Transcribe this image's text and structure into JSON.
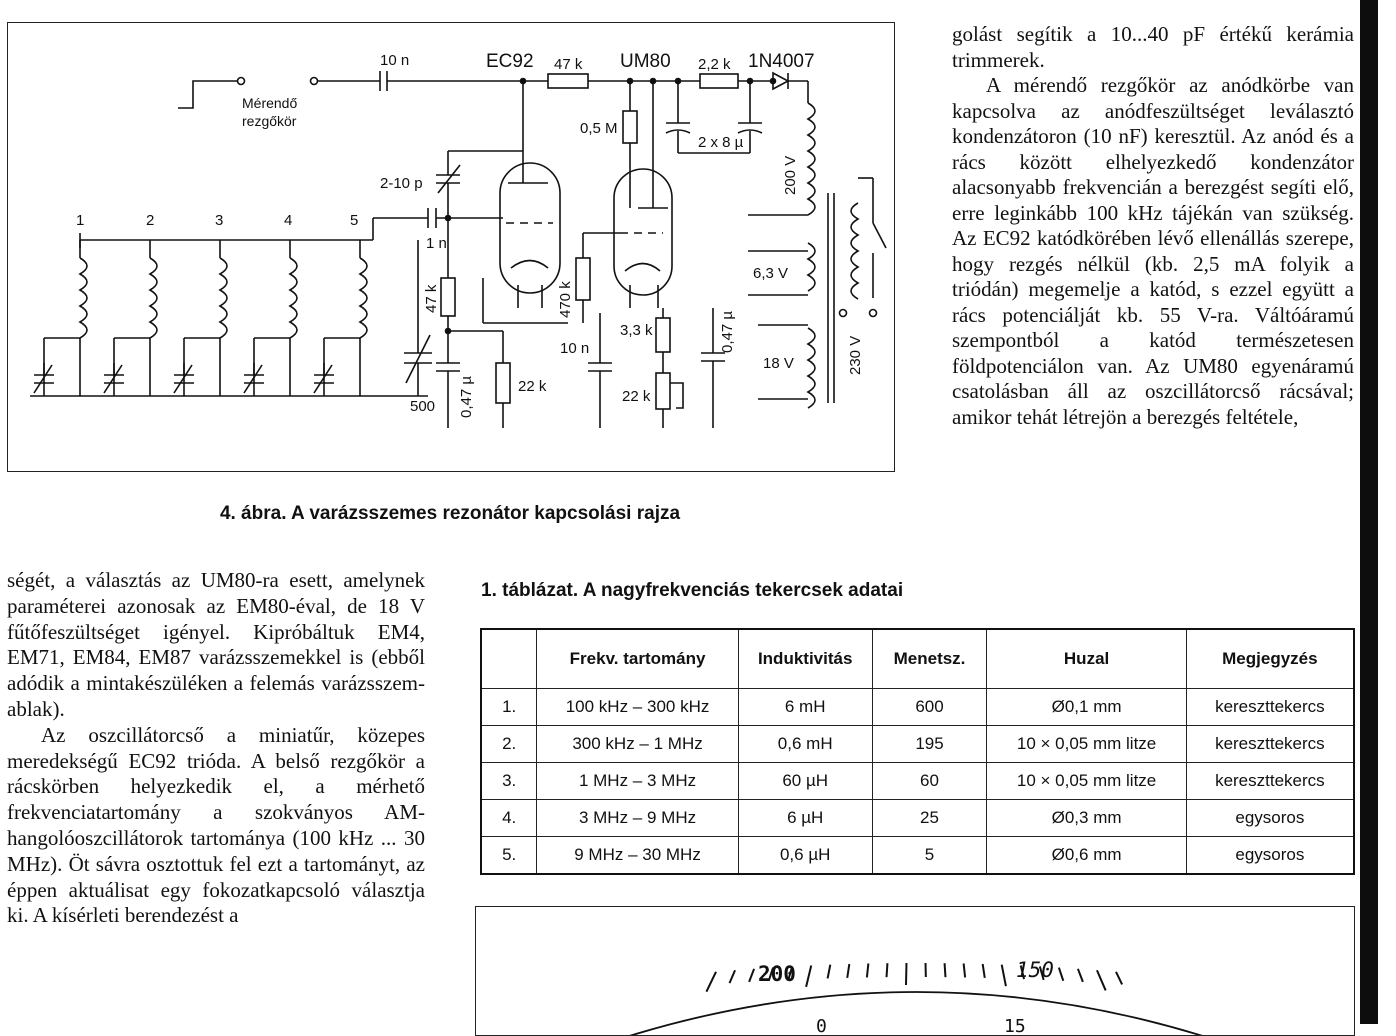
{
  "schematic": {
    "labels": {
      "c_10n": "10 n",
      "ec92": "EC92",
      "r_47k_top": "47 k",
      "um80": "UM80",
      "r_22k_top": "2,2 k",
      "diode": "1N4007",
      "measured": "Mérendő",
      "resonator": "rezgőkör",
      "r_05m": "0,5 M",
      "c_2x8": "2 x 8 µ",
      "v200": "200 V",
      "trim": "2-10 p",
      "n1": "1",
      "n2": "2",
      "n3": "3",
      "n4": "4",
      "n5": "5",
      "c_1n": "1 n",
      "v63": "6,3 V",
      "r_47k": "47 k",
      "r_470k": "470 k",
      "c_047_right": "0,47 µ",
      "c_10n_low": "10 n",
      "r_33k": "3,3 k",
      "v18": "18 V",
      "v230": "230 V",
      "c_500": "500",
      "c_047_left": "0,47 µ",
      "r_22k_left": "22 k",
      "r_22k_pot": "22 k"
    }
  },
  "figure_caption": "4. ábra. A varázsszemes rezonátor kapcsolási rajza",
  "right_column": {
    "p1": "golást segítik a 10...40 pF értékű kerámia trimmerek.",
    "p2": "A mérendő rezgőkör az anódkörbe van kapcsolva az anódfeszültséget leválasztó kondenzátoron (10 nF) keresztül. Az anód és a rács között elhelyezkedő kondenzátor alacsonyabb frekvencián a berezgést segíti elő, erre leginkább 100 kHz tájékán van szükség. Az EC92 katódkörében lévő ellenállás szerepe, hogy rezgés nélkül (kb. 2,5 mA folyik a triódán) megemelje a katód, s ezzel együtt a rács potenciálját kb. 55 V-ra. Váltóáramú szempontból a katód természetesen földpotenciálon van. Az UM80 egyenáramú csatolásban áll az oszcillátorcső rácsával; amikor tehát létrejön a berezgés feltétele,"
  },
  "left_column": {
    "p1": "ségét, a választás az UM80-ra esett, amelynek paraméterei azonosak az EM80-éval, de 18 V fűtőfeszültséget igényel. Kipróbáltuk EM4, EM71, EM84, EM87 varázsszemekkel is (ebből adódik a mintakészüléken a felemás varázsszem-ablak).",
    "p2": "Az oszcillátorcső a miniatűr, közepes meredekségű EC92 trióda. A belső rezgőkör a rácskörben helyezkedik el, a mérhető frekvenciatartomány a szokványos AM-hangolóoszcillátorok tartománya (100 kHz ... 30 MHz). Öt sávra osztottuk fel ezt a tartományt, az éppen aktuálisat egy fokozatkapcsoló választja ki. A kísérleti berendezést a"
  },
  "table": {
    "title": "1. táblázat. A nagyfrekvenciás tekercsek adatai",
    "headers": [
      "",
      "Frekv. tartomány",
      "Induktivitás",
      "Menetsz.",
      "Huzal",
      "Megjegyzés"
    ],
    "rows": [
      [
        "1.",
        "100 kHz – 300 kHz",
        "6 mH",
        "600",
        "Ø0,1 mm",
        "kereszttekercs"
      ],
      [
        "2.",
        "300 kHz – 1 MHz",
        "0,6 mH",
        "195",
        "10 × 0,05 mm litze",
        "kereszttekercs"
      ],
      [
        "3.",
        "1 MHz – 3 MHz",
        "60 µH",
        "60",
        "10 × 0,05 mm litze",
        "kereszttekercs"
      ],
      [
        "4.",
        "3 MHz – 9 MHz",
        "6 µH",
        "25",
        "Ø0,3 mm",
        "egysoros"
      ],
      [
        "5.",
        "9 MHz – 30 MHz",
        "0,6 µH",
        "5",
        "Ø0,6 mm",
        "egysoros"
      ]
    ]
  },
  "dial": {
    "label_left": "200",
    "label_right": "150",
    "inner_left": "0",
    "inner_right": "15"
  }
}
